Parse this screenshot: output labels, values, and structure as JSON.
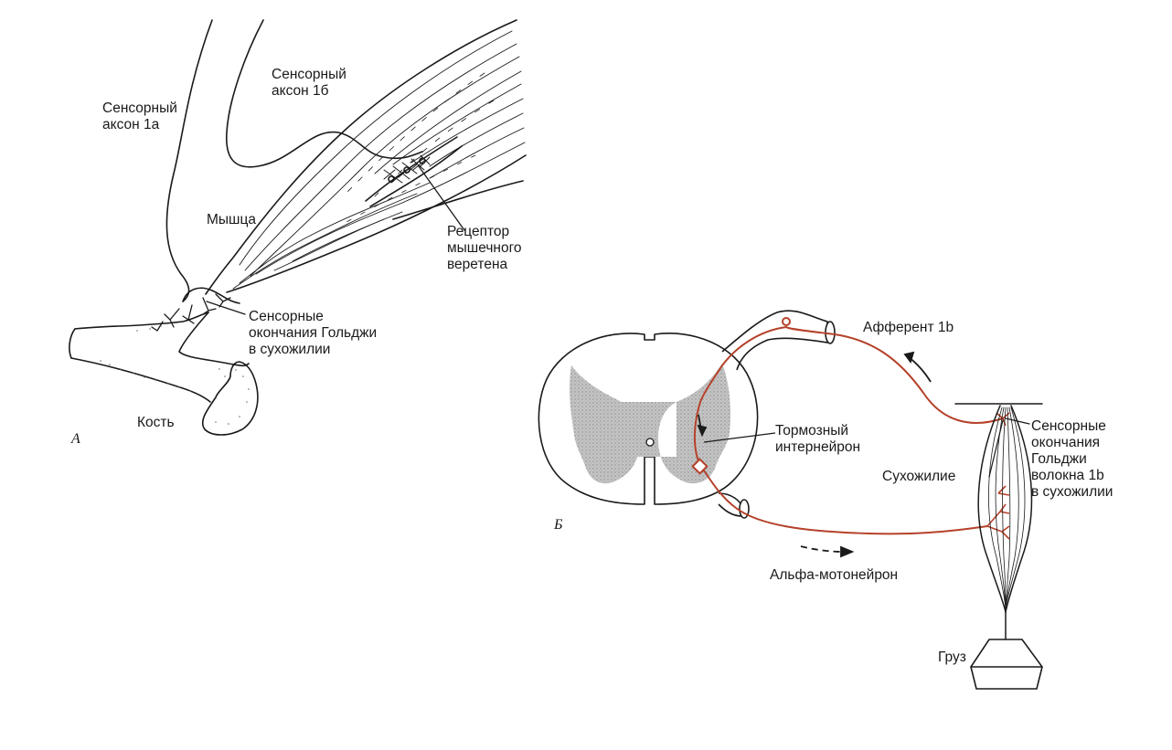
{
  "figure": {
    "panel_a": {
      "letter": "А",
      "labels": {
        "axon_1a": "Сенсорный\nаксон 1а",
        "axon_1b": "Сенсорный\nаксон 1б",
        "muscle": "Мышца",
        "spindle": "Рецептор\nмышечного\nверетена",
        "golgi": "Сенсорные\nокончания Гольджи\nв сухожилии",
        "bone": "Кость"
      }
    },
    "panel_b": {
      "letter": "Б",
      "labels": {
        "afferent": "Афферент 1b",
        "interneuron": "Тормозный\nинтернейрон",
        "golgi_fiber": "Сенсорные\nокончания\nГольджи\nволокна 1b\nв сухожилии",
        "tendon": "Сухожилие",
        "motoneuron": "Альфа-мотонейрон",
        "weight": "Груз"
      }
    },
    "colors": {
      "line": "#1a1a1a",
      "neuron": "#b5412a",
      "grey_matter": "#bdbdbd",
      "background": "#ffffff"
    }
  }
}
